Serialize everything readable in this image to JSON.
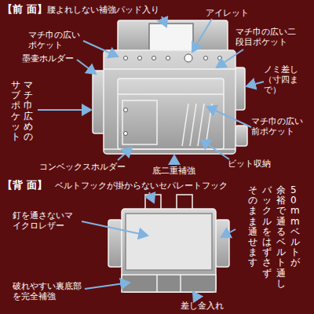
{
  "diagram": {
    "labels": [
      "【前 面】",
      "腰よれしない補強パッド入り",
      "アイレット",
      "マチ巾の広いポケット",
      "マチ巾の広い二段目ポケット",
      "墨壷ホルダー",
      "ノミ差し（寸四まで）",
      "マチ巾の広い前ポケット",
      "マチ巾広めの",
      "サブポケット",
      "コンベックスホルダー",
      "底二重補強",
      "ビット収納",
      "【背 面】",
      "ベルトフックが掛からないセパレートフック",
      "釘を通さないマイクロレザー",
      "破れやすい裏底部を完全補強",
      "差し金入れ",
      "50mmベルトが",
      "余裕で通るベルト通し",
      "バックルをはずさず",
      "そのまま通せます"
    ]
  }
}
